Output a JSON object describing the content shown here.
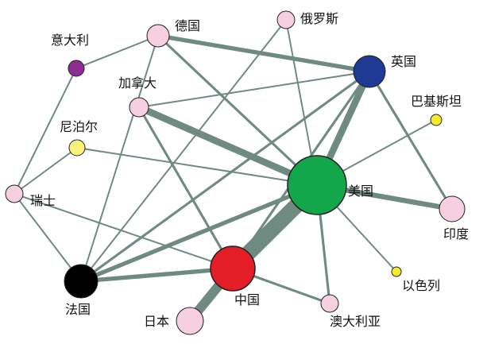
{
  "graph": {
    "edge_color": "#6f8a80",
    "node_stroke": "#222222",
    "nodes": [
      {
        "id": "yidali",
        "label": "意大利",
        "color": "#8b2d92",
        "icon": "node-circle-icon"
      },
      {
        "id": "deguo",
        "label": "德国",
        "color": "#f6cfe0",
        "icon": "node-circle-icon"
      },
      {
        "id": "eluosi",
        "label": "俄罗斯",
        "color": "#f6cfe0",
        "icon": "node-circle-icon"
      },
      {
        "id": "yingguo",
        "label": "英国",
        "color": "#1f3a93",
        "icon": "node-circle-icon"
      },
      {
        "id": "bajisitan",
        "label": "巴基斯坦",
        "color": "#f3ea2b",
        "icon": "node-circle-icon"
      },
      {
        "id": "jianada",
        "label": "加拿大",
        "color": "#f6cfe0",
        "icon": "node-circle-icon"
      },
      {
        "id": "niboer",
        "label": "尼泊尔",
        "color": "#f8f17a",
        "icon": "node-circle-icon"
      },
      {
        "id": "ruishi",
        "label": "瑞士",
        "color": "#f6cfe0",
        "icon": "node-circle-icon"
      },
      {
        "id": "meiguo",
        "label": "美国",
        "color": "#14a64a",
        "icon": "node-circle-icon"
      },
      {
        "id": "yindu",
        "label": "印度",
        "color": "#f6cfe0",
        "icon": "node-circle-icon"
      },
      {
        "id": "yiselie",
        "label": "以色列",
        "color": "#f3ea2b",
        "icon": "node-circle-icon"
      },
      {
        "id": "zhongguo",
        "label": "中国",
        "color": "#e41e26",
        "icon": "node-circle-icon"
      },
      {
        "id": "faguo",
        "label": "法国",
        "color": "#000000",
        "icon": "node-circle-icon"
      },
      {
        "id": "riben",
        "label": "日本",
        "color": "#f6cfe0",
        "icon": "node-circle-icon"
      },
      {
        "id": "aodaliya",
        "label": "澳大利亚",
        "color": "#f6cfe0",
        "icon": "node-circle-icon"
      }
    ],
    "edges": [
      {
        "source": "yidali",
        "target": "deguo",
        "weight": 2
      },
      {
        "source": "yidali",
        "target": "ruishi",
        "weight": 2
      },
      {
        "source": "deguo",
        "target": "yingguo",
        "weight": 5
      },
      {
        "source": "deguo",
        "target": "meiguo",
        "weight": 3
      },
      {
        "source": "deguo",
        "target": "faguo",
        "weight": 2
      },
      {
        "source": "eluosi",
        "target": "meiguo",
        "weight": 2
      },
      {
        "source": "eluosi",
        "target": "faguo",
        "weight": 2
      },
      {
        "source": "jianada",
        "target": "yingguo",
        "weight": 2
      },
      {
        "source": "jianada",
        "target": "meiguo",
        "weight": 8
      },
      {
        "source": "jianada",
        "target": "zhongguo",
        "weight": 3
      },
      {
        "source": "niboer",
        "target": "ruishi",
        "weight": 2
      },
      {
        "source": "niboer",
        "target": "meiguo",
        "weight": 2
      },
      {
        "source": "ruishi",
        "target": "faguo",
        "weight": 2
      },
      {
        "source": "ruishi",
        "target": "zhongguo",
        "weight": 2
      },
      {
        "source": "yingguo",
        "target": "meiguo",
        "weight": 8
      },
      {
        "source": "yingguo",
        "target": "yindu",
        "weight": 3
      },
      {
        "source": "yingguo",
        "target": "faguo",
        "weight": 3
      },
      {
        "source": "yingguo",
        "target": "zhongguo",
        "weight": 3
      },
      {
        "source": "bajisitan",
        "target": "meiguo",
        "weight": 2
      },
      {
        "source": "meiguo",
        "target": "yindu",
        "weight": 6
      },
      {
        "source": "meiguo",
        "target": "yiselie",
        "weight": 2
      },
      {
        "source": "meiguo",
        "target": "aodaliya",
        "weight": 3
      },
      {
        "source": "meiguo",
        "target": "zhongguo",
        "weight": 18
      },
      {
        "source": "meiguo",
        "target": "faguo",
        "weight": 5
      },
      {
        "source": "zhongguo",
        "target": "faguo",
        "weight": 5
      },
      {
        "source": "zhongguo",
        "target": "riben",
        "weight": 11
      },
      {
        "source": "zhongguo",
        "target": "aodaliya",
        "weight": 3
      }
    ]
  }
}
